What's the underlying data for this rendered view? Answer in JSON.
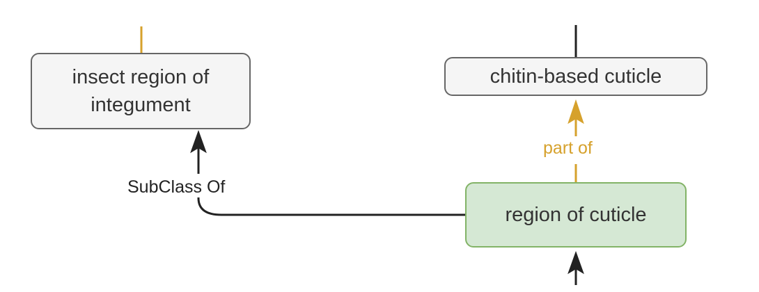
{
  "nodes": {
    "insect_region": {
      "label": "insect region of integument",
      "line1": "insect region of",
      "line2": "integument"
    },
    "chitin_cuticle": {
      "label": "chitin-based cuticle"
    },
    "region_of_cuticle": {
      "label": "region of cuticle"
    }
  },
  "edges": {
    "subclass_of": {
      "label": "SubClass Of",
      "from": "region of cuticle",
      "to": "insect region of integument"
    },
    "part_of": {
      "label": "part of",
      "from": "region of cuticle",
      "to": "chitin-based cuticle"
    }
  },
  "colors": {
    "grey_node_fill": "#f5f5f5",
    "grey_node_border": "#666666",
    "green_node_fill": "#d5e8d4",
    "green_node_border": "#82b366",
    "part_of_edge": "#d6a12c",
    "black_edge": "#222222"
  }
}
